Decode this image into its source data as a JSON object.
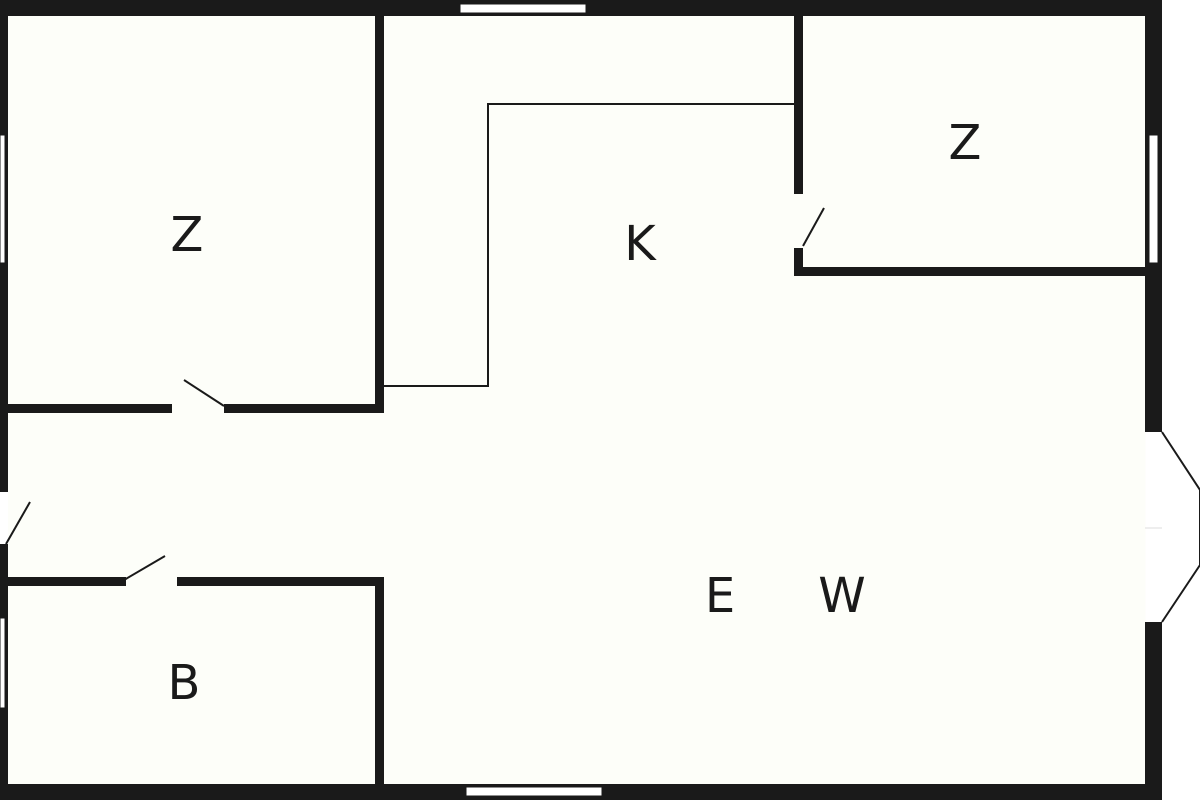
{
  "colors": {
    "background": "#ffffff",
    "floor": "#fdfef9",
    "wall": "#1a1a1a",
    "opening": "#ffffff"
  },
  "rooms": {
    "bedroom_left": {
      "label": "Z"
    },
    "bedroom_right": {
      "label": "Z"
    },
    "kitchen": {
      "label": "K"
    },
    "bathroom": {
      "label": "B"
    },
    "living_dining_e": {
      "label": "E"
    },
    "living_dining_w": {
      "label": "W"
    }
  }
}
